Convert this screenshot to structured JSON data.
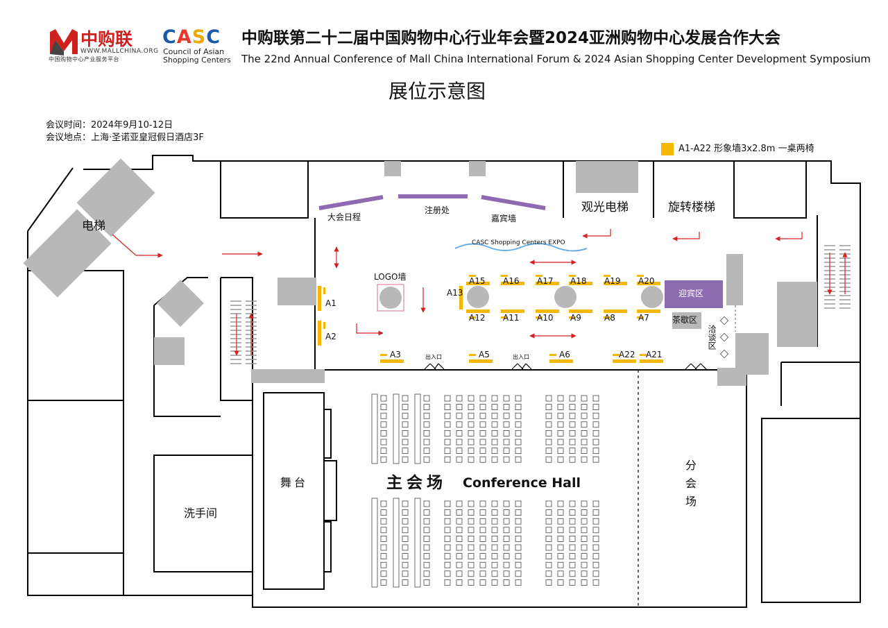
{
  "header": {
    "logo_mallchina_cn": "中购联",
    "logo_mallchina_url": "WWW.MALLCHINA.ORG",
    "logo_mallchina_tagline": "中国购物中心产业服务平台",
    "logo_casc": "CASC",
    "logo_casc_sub1": "Council of Asian",
    "logo_casc_sub2": "Shopping Centers",
    "title_cn": "中购联第二十二届中国购物中心行业年会暨2024亚洲购物中心发展合作大会",
    "title_en": "The 22nd Annual Conference of Mall China International Forum & 2024 Asian Shopping Center Development Symposium",
    "subtitle": "展位示意图"
  },
  "info": {
    "time": "会议时间：2024年9月10-12日",
    "venue": "会议地点：上海·圣诺亚皇冠假日酒店3F"
  },
  "legend": {
    "label": "A1-A22   形象墙3x2.8m  一桌两椅",
    "color": "#f5b800"
  },
  "colors": {
    "booth": "#f5b800",
    "purple": "#8e6bb1",
    "gray": "#b8b8b8",
    "arrow": "#d42020",
    "wave": "#6aaee0",
    "logo_wall": "#e39bb8"
  },
  "map": {
    "elevator": "电梯",
    "sightseeing_elevator": "观光电梯",
    "spiral_stairs": "旋转楼梯",
    "agenda": "大会日程",
    "registration": "注册处",
    "guest_wall": "嘉宾墙",
    "expo": "CASC Shopping Centers EXPO",
    "logo_wall": "LOGO墙",
    "welcome": "迎宾区",
    "tea_break": "茶歇区",
    "negotiation": "洽谈区",
    "entrance": "出入口",
    "stage": "舞台",
    "main_hall_cn": "主会场",
    "main_hall_en": "Conference Hall",
    "sub_hall": "分会场",
    "restroom": "洗手间"
  },
  "booths": {
    "A1": "A1",
    "A2": "A2",
    "A3": "A3",
    "A5": "A5",
    "A6": "A6",
    "A7": "A7",
    "A8": "A8",
    "A9": "A9",
    "A10": "A10",
    "A11": "A11",
    "A12": "A12",
    "A13": "A13",
    "A15": "A15",
    "A16": "A16",
    "A17": "A17",
    "A18": "A18",
    "A19": "A19",
    "A20": "A20",
    "A21": "A21",
    "A22": "A22"
  }
}
